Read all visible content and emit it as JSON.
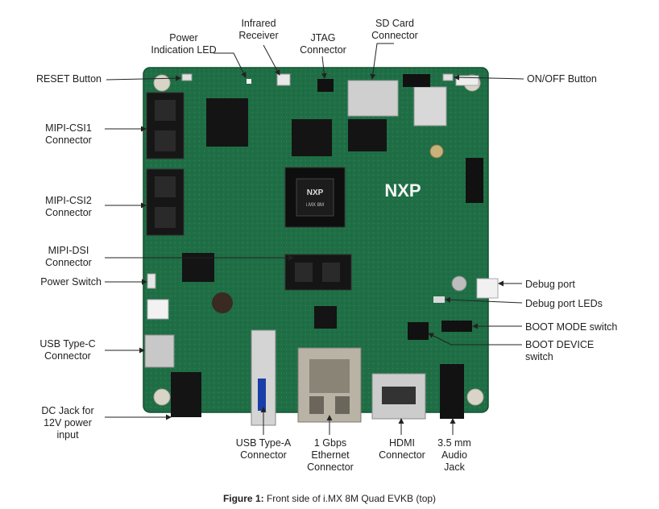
{
  "caption": {
    "figure_label": "Figure 1:",
    "text": "Front side of i.MX 8M Quad EVKB (top)"
  },
  "chip": {
    "brand": "NXP",
    "model": "i.MX 8M"
  },
  "board_logo": "NXP",
  "labels": {
    "reset": "RESET Button",
    "power_led": [
      "Power",
      "Indication LED"
    ],
    "infrared": [
      "Infrared",
      "Receiver"
    ],
    "jtag": [
      "JTAG",
      "Connector"
    ],
    "sd_card": [
      "SD Card",
      "Connector"
    ],
    "on_off": "ON/OFF Button",
    "csi1": [
      "MIPI-CSI1",
      "Connector"
    ],
    "csi2": [
      "MIPI-CSI2",
      "Connector"
    ],
    "dsi": [
      "MIPI-DSI",
      "Connector"
    ],
    "power_switch": "Power Switch",
    "usb_c": [
      "USB Type-C",
      "Connector"
    ],
    "dc_jack": [
      "DC Jack for",
      "12V power",
      "input"
    ],
    "usb_a": [
      "USB Type-A",
      "Connector"
    ],
    "ethernet": [
      "1 Gbps",
      "Ethernet",
      "Connector"
    ],
    "hdmi": [
      "HDMI",
      "Connector"
    ],
    "audio": [
      "3.5 mm",
      "Audio",
      "Jack"
    ],
    "debug_port": "Debug port",
    "debug_leds": "Debug port LEDs",
    "boot_mode": "BOOT MODE switch",
    "boot_device": [
      "BOOT DEVICE",
      "switch"
    ]
  }
}
